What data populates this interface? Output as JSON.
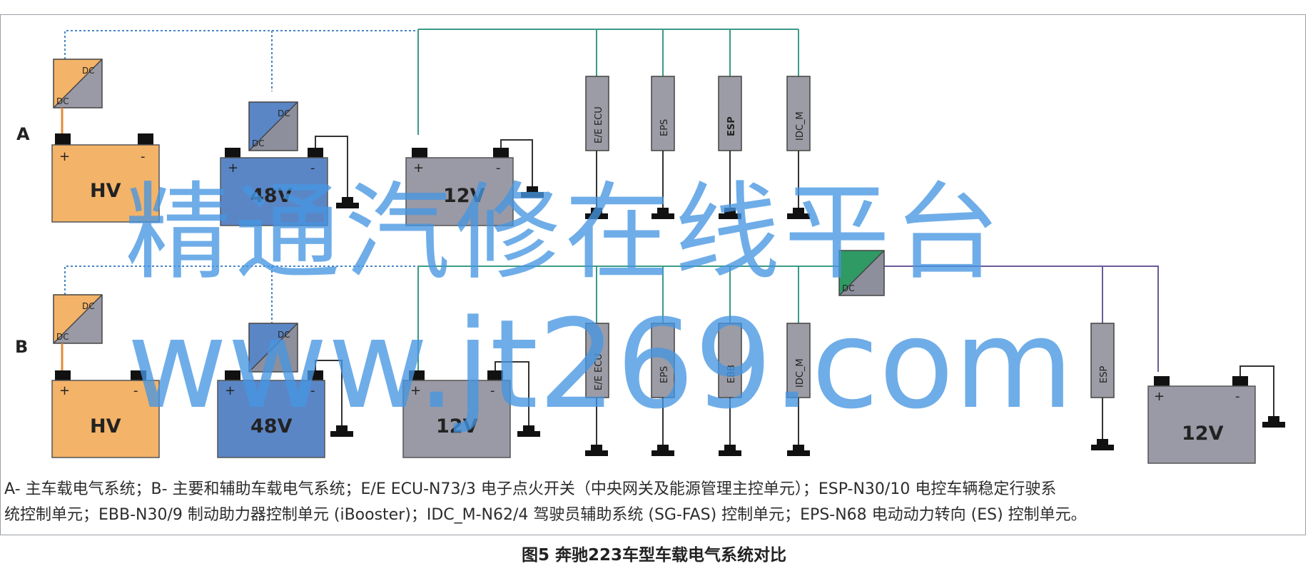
{
  "rows": {
    "a_label": "A",
    "b_label": "B"
  },
  "converter": {
    "in": "DC",
    "out": "DC"
  },
  "batteries": {
    "hv": "HV",
    "v48": "48V",
    "v12": "12V",
    "plus": "+",
    "minus": "-"
  },
  "ecus_a": [
    "E/E ECU",
    "EPS",
    "ESP",
    "IDC_M"
  ],
  "ecus_b": [
    "E/E ECU",
    "EPS",
    "EBB",
    "IDC_M",
    "ESP"
  ],
  "caption": {
    "line1": "A- 主车载电气系统；B- 主要和辅助车载电气系统；E/E ECU-N73/3 电子点火开关（中央网关及能源管理主控单元）；ESP-N30/10 电控车辆稳定行驶系",
    "line2": "统控制单元；EBB-N30/9 制动助力器控制单元 (iBooster)；IDC_M-N62/4 驾驶员辅助系统 (SG-FAS) 控制单元；EPS-N68 电动动力转向 (ES) 控制单元。"
  },
  "figure_title": "图5 奔驰223车型车载电气系统对比",
  "watermark": {
    "line1": "精通汽修在线平台",
    "line2": "www.jt269.com"
  },
  "colors": {
    "hv": "#f3b368",
    "v48": "#5b86c6",
    "v12": "#9a9aa6",
    "ecu": "#9c9ca6",
    "wire_green": "#3a9a86",
    "wire_purple": "#6b5a9a",
    "dotted": "#4a86c6",
    "dc_green": "#2f9a64",
    "watermark": "#4696e1"
  }
}
